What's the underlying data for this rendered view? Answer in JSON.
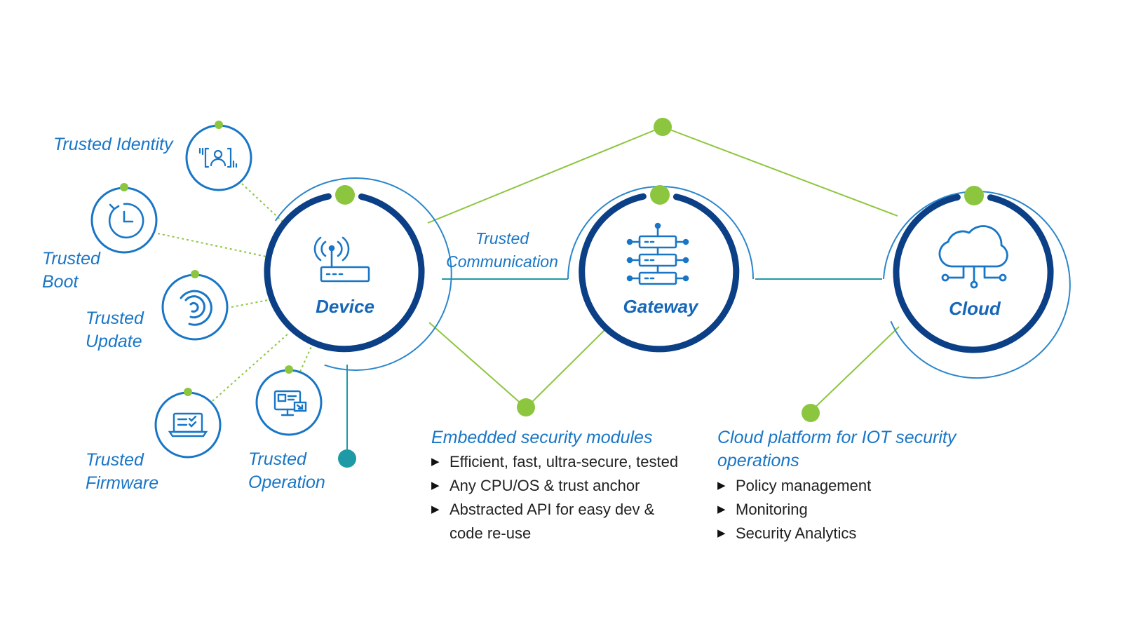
{
  "colors": {
    "accent_blue": "#1976c6",
    "ring_navy": "#0b3f86",
    "ring_light": "#2a86cc",
    "green": "#8cc63f",
    "teal": "#1e9aa6"
  },
  "nodes": {
    "device": {
      "label": "Device",
      "icon": "router-icon"
    },
    "gateway": {
      "label": "Gateway",
      "icon": "server-stack-icon"
    },
    "cloud": {
      "label": "Cloud",
      "icon": "cloud-network-icon"
    }
  },
  "trust_items": [
    {
      "label_lines": [
        "Trusted Identity"
      ],
      "icon": "identity-scan-icon"
    },
    {
      "label_lines": [
        "Trusted",
        "Boot"
      ],
      "icon": "restart-clock-icon"
    },
    {
      "label_lines": [
        "Trusted",
        "Update"
      ],
      "icon": "update-swirl-icon"
    },
    {
      "label_lines": [
        "Trusted",
        "Firmware"
      ],
      "icon": "laptop-checklist-icon"
    },
    {
      "label_lines": [
        "Trusted",
        "Operation"
      ],
      "icon": "monitor-operation-icon"
    }
  ],
  "communication": {
    "line1": "Trusted",
    "line2": "Communication"
  },
  "embedded": {
    "title": "Embedded security modules",
    "bullets": [
      "Efficient, fast, ultra-secure, tested",
      "Any CPU/OS & trust anchor",
      "Abstracted API for easy dev &",
      "code re-use"
    ]
  },
  "cloud_platform": {
    "title_line1": "Cloud platform for IOT security",
    "title_line2": "operations",
    "bullets": [
      "Policy management",
      "Monitoring",
      "Security Analytics"
    ]
  }
}
